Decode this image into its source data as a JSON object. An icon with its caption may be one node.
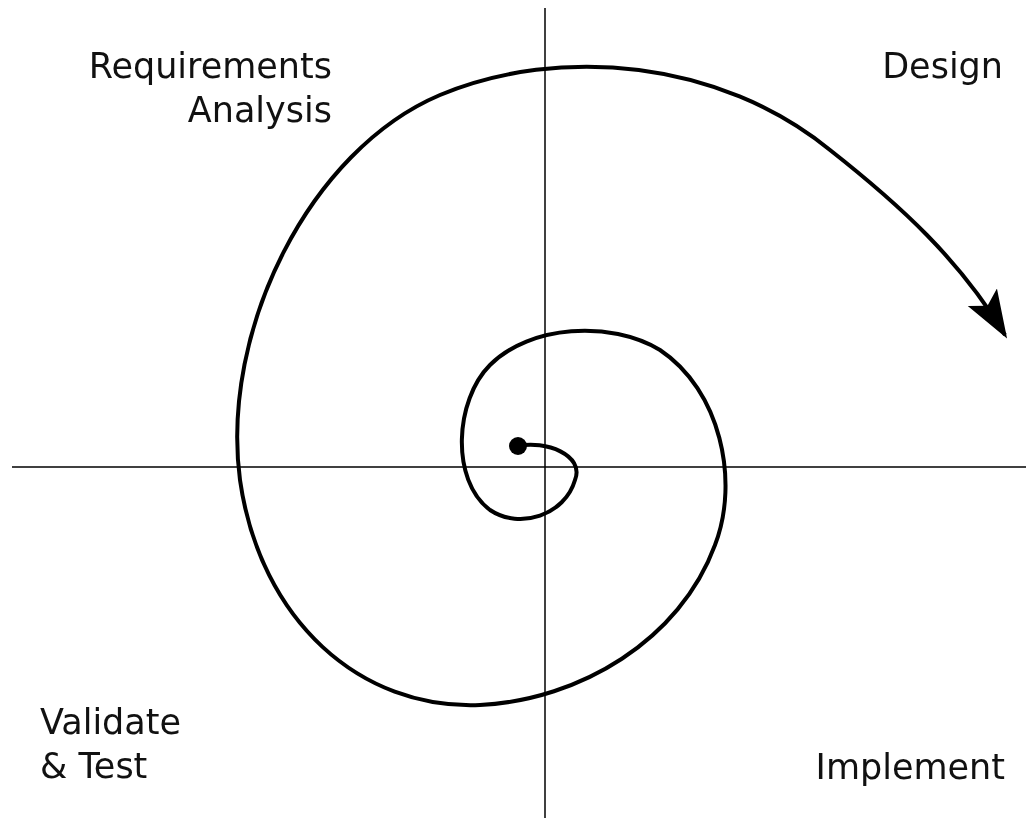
{
  "diagram": {
    "labels": [
      "Requirements Analysis",
      "Design",
      "Validate & Test",
      "Implement"
    ]
  }
}
